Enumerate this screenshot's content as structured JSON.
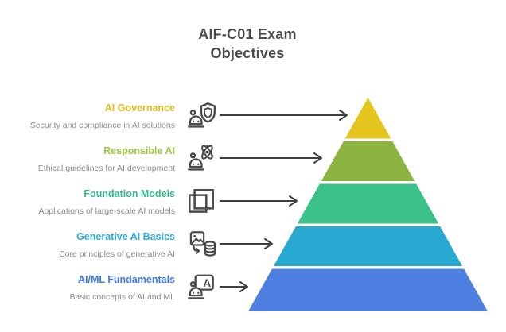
{
  "title": "AIF-C01 Exam\nObjectives",
  "title_color": "#4c4c4c",
  "description_color": "#8a8a8a",
  "arrow_color": "#3e3e3e",
  "icon_color": "#4a4a4a",
  "levels": [
    {
      "label": "AI Governance",
      "description": "Security and compliance in AI solutions",
      "label_color": "#e2bd16",
      "color": "#e3c51d",
      "icon": "robot-shield-icon"
    },
    {
      "label": "Responsible AI",
      "description": "Ethical guidelines for AI development",
      "label_color": "#9cc83c",
      "color": "#8cb441",
      "icon": "robot-atom-icon"
    },
    {
      "label": "Foundation Models",
      "description": "Applications of large-scale AI models",
      "label_color": "#2fbf8b",
      "color": "#3bc28a",
      "icon": "overlapping-squares-icon"
    },
    {
      "label": "Generative AI Basics",
      "description": "Core principles of generative AI",
      "label_color": "#2aabdc",
      "color": "#27a9d1",
      "icon": "image-to-database-icon"
    },
    {
      "label": "AI/ML Fundamentals",
      "description": "Basic concepts of AI and ML",
      "label_color": "#3e7cf0",
      "color": "#4d80e0",
      "icon": "robot-board-icon"
    }
  ]
}
